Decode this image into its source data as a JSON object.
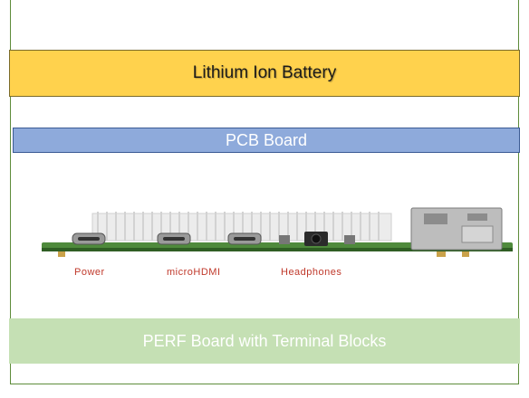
{
  "battery_label": "Lithium Ion Battery",
  "pcb_label": "PCB Board",
  "perf_label": "PERF Board with Terminal Blocks",
  "ports": {
    "power": "Power",
    "hdmi": "microHDMI",
    "headphones": "Headphones"
  },
  "colors": {
    "battery": "#ffd24d",
    "pcb": "#8eaadb",
    "perf": "#c5e0b4",
    "frame": "#5e8c3a",
    "port_labels": "#c0392b"
  }
}
